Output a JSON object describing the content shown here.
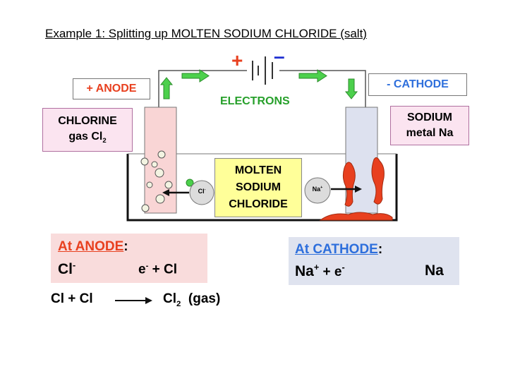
{
  "title": "Example 1: Splitting up MOLTEN SODIUM CHLORIDE (salt)",
  "battery": {
    "plus": "+",
    "minus": "–"
  },
  "electrons_label": "ELECTRONS",
  "anode_label": "+ ANODE",
  "cathode_label": "- CATHODE",
  "chlorine": {
    "line1": "CHLORINE",
    "line2": "gas Cl",
    "sub": "2"
  },
  "sodium": {
    "line1": "SODIUM",
    "line2": "metal Na"
  },
  "electrolyte": {
    "line1": "MOLTEN",
    "line2": "SODIUM",
    "line3": "CHLORIDE"
  },
  "ions": {
    "chloride": "Cl",
    "chloride_charge": "-",
    "sodium": "Na",
    "sodium_charge": "+"
  },
  "anode_eq": {
    "heading": "At ANODE",
    "colon": ":",
    "reactant": "Cl",
    "reactant_charge": "-",
    "product_e": "e",
    "product_e_charge": "-",
    "product_rest": " + Cl"
  },
  "combine_eq": {
    "reactants": "Cl + Cl",
    "product": "Cl",
    "product_sub": "2",
    "state": "(gas)"
  },
  "cathode_eq": {
    "heading": "At CATHODE",
    "colon": ":",
    "reactant": "Na",
    "reactant_charge": "+",
    "plus": " + e",
    "e_charge": "-",
    "product": "Na"
  },
  "colors": {
    "anode": "#e8401f",
    "cathode": "#2e6fdc",
    "electrons": "#27a02b",
    "sodium_metal": "#e8401f"
  }
}
